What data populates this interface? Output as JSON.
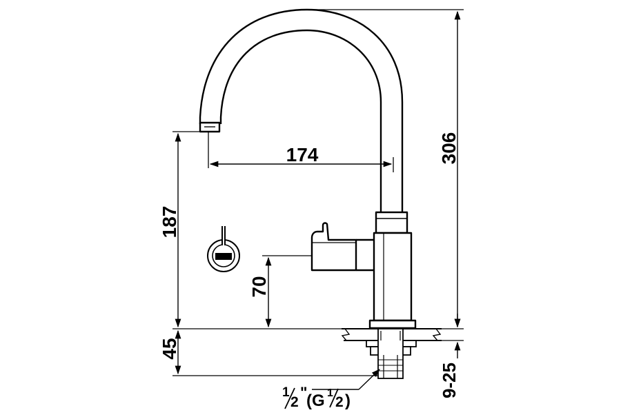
{
  "dimensions": {
    "overall_height": "306",
    "spout_reach": "174",
    "outlet_height": "187",
    "handle_height": "70",
    "mount_depth": "45",
    "deck_thickness": "9-25"
  },
  "thread": {
    "whole": "1",
    "half": "2",
    "inch_mark": "\"",
    "g_open": "(G",
    "g_whole": "1",
    "g_half": "2",
    "g_close": ")"
  },
  "colors": {
    "line": "#000000",
    "background": "#ffffff"
  },
  "icons": {
    "handle_symbol": "cold-water-lever-icon"
  }
}
